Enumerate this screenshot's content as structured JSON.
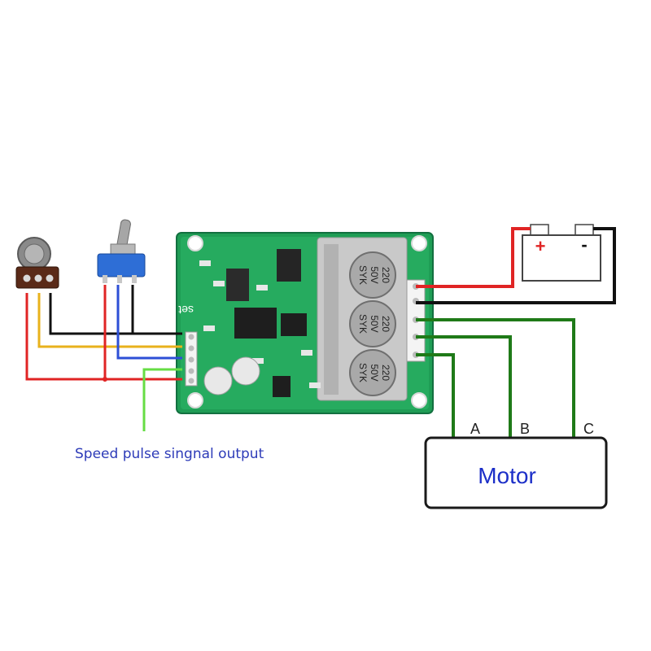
{
  "caption": "Speed pulse singnal output",
  "board_label": "set",
  "motor": {
    "label": "Motor",
    "phase_a": "A",
    "phase_b": "B",
    "phase_c": "C"
  },
  "battery": {
    "plus": "+",
    "minus": "-"
  },
  "capacitors": [
    {
      "line1": "220",
      "line2": "50V",
      "line3": "SYK"
    },
    {
      "line1": "220",
      "line2": "50V",
      "line3": "SYK"
    },
    {
      "line1": "220",
      "line2": "50V",
      "line3": "SYK"
    }
  ],
  "colors": {
    "board": "#1f9d55",
    "wire_red": "#e02424",
    "wire_black": "#111111",
    "wire_yellow": "#e8b21c",
    "wire_blue": "#2d4fd6",
    "wire_lightgreen": "#66dd44",
    "wire_darkgreen": "#1f7a18",
    "caption_text": "#2d3bb8",
    "motor_text": "#1c2fc8"
  },
  "icons": [
    "potentiometer-icon",
    "toggle-switch-icon",
    "battery-icon",
    "motor-box"
  ]
}
